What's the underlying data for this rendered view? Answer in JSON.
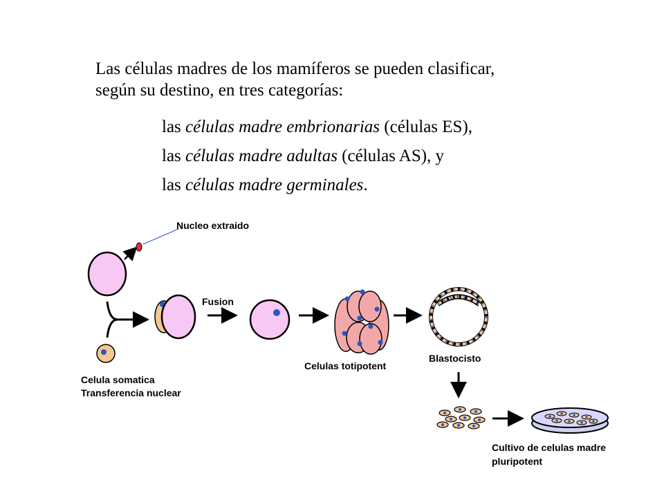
{
  "intro": {
    "line1": "Las células madres de los mamíferos se pueden clasificar,",
    "line2": "según su destino, en tres categorías:"
  },
  "list": [
    {
      "prefix": "las ",
      "emph": "células madre embrionarias",
      "suffix": " (células ES),"
    },
    {
      "prefix": "las ",
      "emph": "células madre adultas",
      "suffix": " (células AS), y"
    },
    {
      "prefix": "las ",
      "emph": "células madre germinales",
      "suffix": "."
    }
  ],
  "diagram": {
    "labels": {
      "nucleus_extracted": "Nucleo extraido",
      "fusion": "Fusion",
      "somatic_line1": "Celula somatica",
      "somatic_line2": "Transferencia nuclear",
      "totipotent": "Celulas totipotent",
      "blastocyst": "Blastocisto",
      "culture_line1": "Cultivo de celulas madre",
      "culture_line2": "pluripotent"
    },
    "colors": {
      "egg": "#f8c8f4",
      "nucleus": "#2a55c8",
      "nucleus_extracted": "#e0303a",
      "somatic": "#f2c890",
      "morula": "#f2a8a8",
      "dish": "#d8d8ff"
    }
  }
}
